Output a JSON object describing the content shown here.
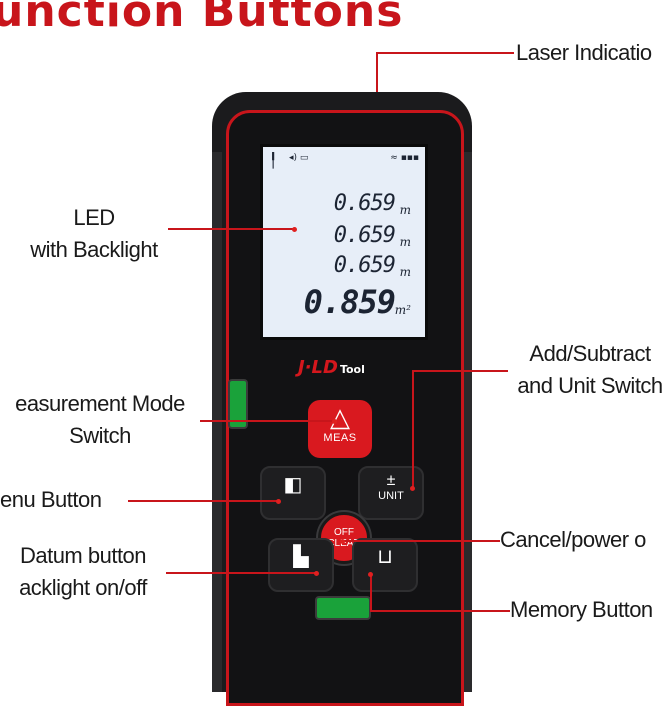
{
  "title": "unction Buttons",
  "callouts": {
    "laser": "Laser Indicatio",
    "led_line1": "LED",
    "led_line2": "with Backlight",
    "addsub_line1": "Add/Subtract",
    "addsub_line2": "and Unit Switch",
    "meas_line1": "easurement Mode",
    "meas_line2": "Switch",
    "menu": "enu Button",
    "cancel": "Cancel/power o",
    "datum_line1": "Datum button",
    "datum_line2": "acklight on/off",
    "memory": "Memory Button"
  },
  "device": {
    "brand": "J·LD",
    "brand_suffix": "Tool",
    "readings": [
      "0.659",
      "0.659",
      "0.659",
      "0.859"
    ],
    "units": [
      "m",
      "m",
      "m",
      "m²"
    ],
    "status_left": "◂) ▭",
    "status_right": "≈ ▪▪▪",
    "meas_label": "MEAS",
    "unit_symbol": "±",
    "unit_label": "UNIT",
    "off_line1": "OFF",
    "off_line2": "CLEAR"
  },
  "colors": {
    "accent": "#c8151b",
    "body": "#1b1b1d",
    "screen": "#e7eef8",
    "bubble": "#1aa23a"
  }
}
